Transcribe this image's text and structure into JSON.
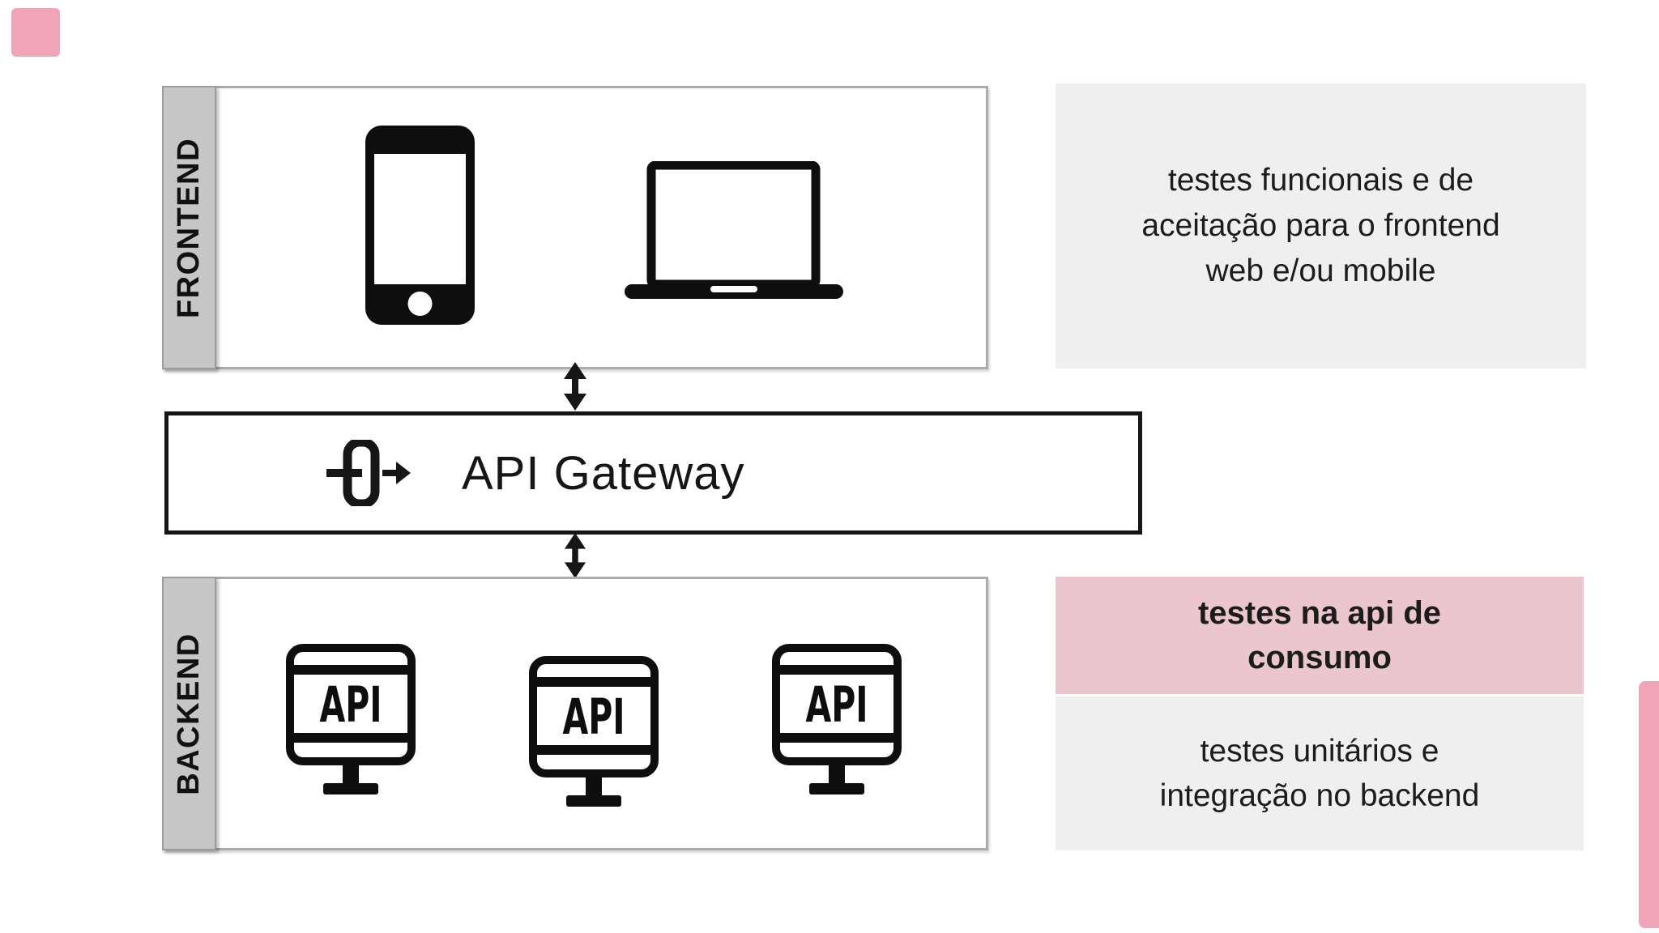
{
  "palette": {
    "pink_accent": "#f1a3b8",
    "pink_note_bg": "#ebc6ce",
    "gray_note_bg": "#f0eff0",
    "band_bg": "#c6c6c6",
    "band_border": "#9c9c9c",
    "layer_box_border": "#ababab",
    "gateway_border": "#161616",
    "ink": "#161616"
  },
  "icons": {
    "frontend": [
      "smartphone-icon",
      "laptop-icon"
    ],
    "gateway": "api-passthrough-arrow-icon",
    "backend": [
      "api-server-monitor-icon",
      "api-server-monitor-icon",
      "api-server-monitor-icon"
    ],
    "connectors": [
      "double-headed-arrow",
      "double-headed-arrow"
    ]
  },
  "frontend": {
    "band_label": "FRONTEND"
  },
  "gateway": {
    "label": "API Gateway"
  },
  "backend": {
    "band_label": "BACKEND",
    "servers": [
      {
        "label": "API"
      },
      {
        "label": "API"
      },
      {
        "label": "API"
      }
    ]
  },
  "notes": {
    "frontend": {
      "lines": [
        "testes funcionais e de",
        "aceitação para o frontend",
        "web e/ou mobile"
      ]
    },
    "api_consumption": {
      "lines": [
        "testes na api de",
        "consumo"
      ]
    },
    "backend": {
      "lines": [
        "testes unitários e",
        "integração no backend"
      ]
    }
  }
}
